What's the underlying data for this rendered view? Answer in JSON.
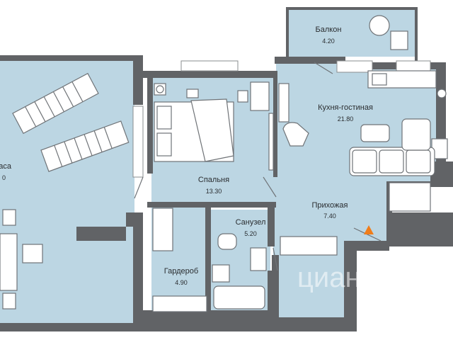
{
  "rooms": [
    {
      "name": "Балкон",
      "area": "4.20"
    },
    {
      "name": "Кухня-гостиная",
      "area": "21.80"
    },
    {
      "name": "Спальня",
      "area": "13.30"
    },
    {
      "name": "Санузел",
      "area": "5.20"
    },
    {
      "name": "Прихожая",
      "area": "7.40"
    },
    {
      "name": "Гардероб",
      "area": "4.90"
    },
    {
      "name": "аса",
      "area": "0"
    }
  ],
  "watermark": "циан",
  "entrance_color": "#f07d1a"
}
